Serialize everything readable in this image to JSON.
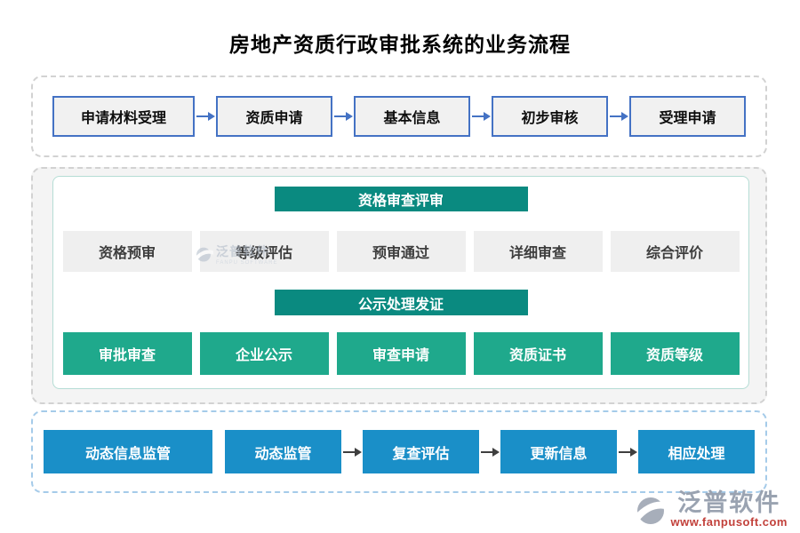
{
  "page": {
    "title": "房地产资质行政审批系统的业务流程"
  },
  "acceptance_flow": {
    "steps": [
      {
        "label": "申请材料受理"
      },
      {
        "label": "资质申请"
      },
      {
        "label": "基本信息"
      },
      {
        "label": "初步审核"
      },
      {
        "label": "受理申请"
      }
    ]
  },
  "qualification_review": {
    "section_title": "资格审查评审",
    "steps": [
      {
        "label": "资格预审"
      },
      {
        "label": "等级评估"
      },
      {
        "label": "预审通过"
      },
      {
        "label": "详细审查"
      },
      {
        "label": "综合评价"
      }
    ]
  },
  "publicity_certification": {
    "section_title": "公示处理发证",
    "steps": [
      {
        "label": "审批审查"
      },
      {
        "label": "企业公示"
      },
      {
        "label": "审查申请"
      },
      {
        "label": "资质证书"
      },
      {
        "label": "资质等级"
      }
    ]
  },
  "dynamic_supervision": {
    "steps": [
      {
        "label": "动态信息监管"
      },
      {
        "label": "动态监管"
      },
      {
        "label": "复查评估"
      },
      {
        "label": "更新信息"
      },
      {
        "label": "相应处理"
      }
    ]
  },
  "watermark": {
    "brand": "泛普软件",
    "brand_en": "FANPU SOFTWARE"
  },
  "footer_logo": {
    "brand": "泛普软件",
    "website": "www.fanpusoft.com"
  },
  "colors": {
    "flow_box_border": "#4472c4",
    "flow_arrow": "#4472c4",
    "section_header_bg": "#0a8a80",
    "review_box_bg": "#efefef",
    "publish_box_bg": "#1fa98c",
    "supervision_box_bg": "#1a8fc8",
    "supervision_arrow": "#3f3f3f",
    "footer_url_color": "#c2413b"
  }
}
